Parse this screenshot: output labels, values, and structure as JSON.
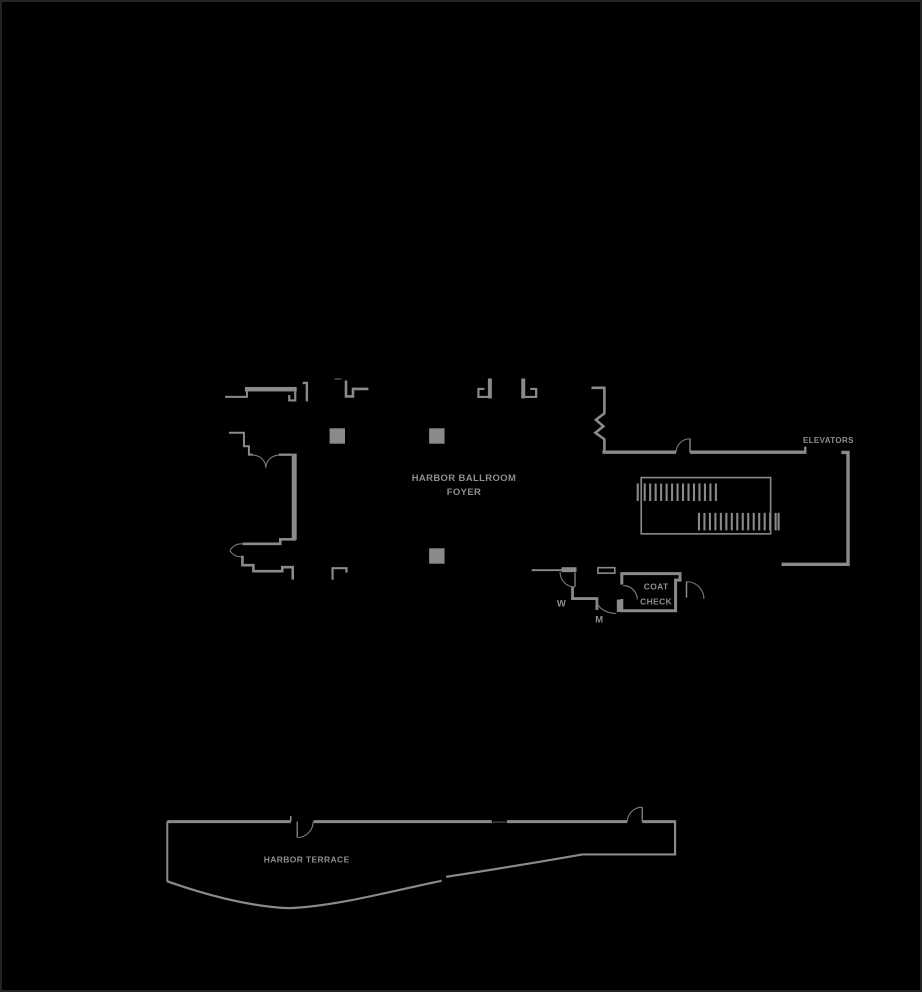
{
  "floor_plan": {
    "rooms": {
      "foyer": {
        "label_line1": "HARBOR BALLROOM",
        "label_line2": "FOYER"
      },
      "elevators": {
        "label": "ELEVATORS"
      },
      "coat_check": {
        "label_line1": "COAT",
        "label_line2": "CHECK"
      },
      "restroom_women": {
        "label": "W"
      },
      "restroom_men": {
        "label": "M"
      },
      "terrace": {
        "label": "HARBOR TERRACE"
      }
    },
    "colors": {
      "background": "#000000",
      "wall": "#8a8a8a",
      "wall_thin": "#7d7d7d",
      "dark_detail": "#3c3c3c",
      "text": "#8f8f8f",
      "frame_border": "#242424"
    }
  }
}
